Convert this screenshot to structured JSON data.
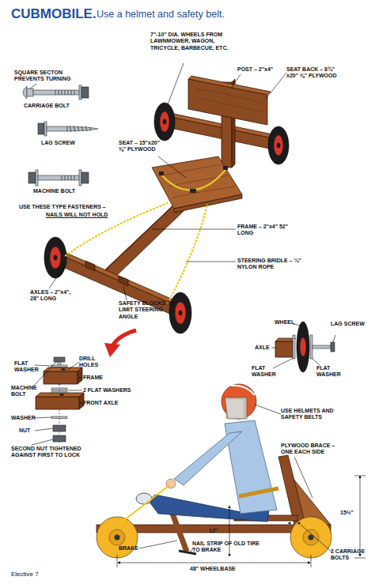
{
  "diagram": {
    "title": "CUBMOBILE.",
    "labels": [
      "Use a helmet and safety belt.",
      "SQUARE SECTON PREVENTS TURNING",
      "CARRIAGE BOLT",
      "LAG SCREW",
      "MACHINE BOLT",
      "7\"-10\" DIA. WHEELS FROM LAWNMOWER, WAGON, TRICYCLE, BARBECUE, ETC.",
      "POST – 2\"x4\"",
      "SEAT BACK – 8¾\" x20\" ⅜\" PLYWOOD",
      "SEAT – 15\"x20\" ⅜\" PLYWOOD",
      "USE THESE TYPE FASTENERS –",
      "NAILS WILL NOT HOLD",
      "FRAME – 2\"x4\" 52\" LONG",
      "STEERING BRIDLE – ¼\" NYLON ROPE",
      "AXLES – 2\"x4\", 28\" LONG",
      "SAFETY BLOCKS TO LIMIT STEERING ANGLE",
      "WHEEL",
      "LAG SCREW",
      "AXLE",
      "FLAT WASHER",
      "FLAT WASHER",
      "FLAT WASHER",
      "DRILL HOLES",
      "MACHINE BOLT",
      "FRAME",
      "2 FLAT WASHERS",
      "FRONT AXLE",
      "WASHER",
      "NUT",
      "SECOND NUT TIGHTENED AGAINST FIRST TO LOCK",
      "USE HELMETS AND SAFETY BELTS",
      "PLYWOOD BRACE – ONE EACH SIDE",
      "12\"",
      "15½\"",
      "BRAKE",
      "NAIL STRIP OF OLD TIRE TO BRAKE",
      "2 CARRIAGE BOLTS",
      "48\" WHEELBASE",
      "Elective 7"
    ]
  }
}
